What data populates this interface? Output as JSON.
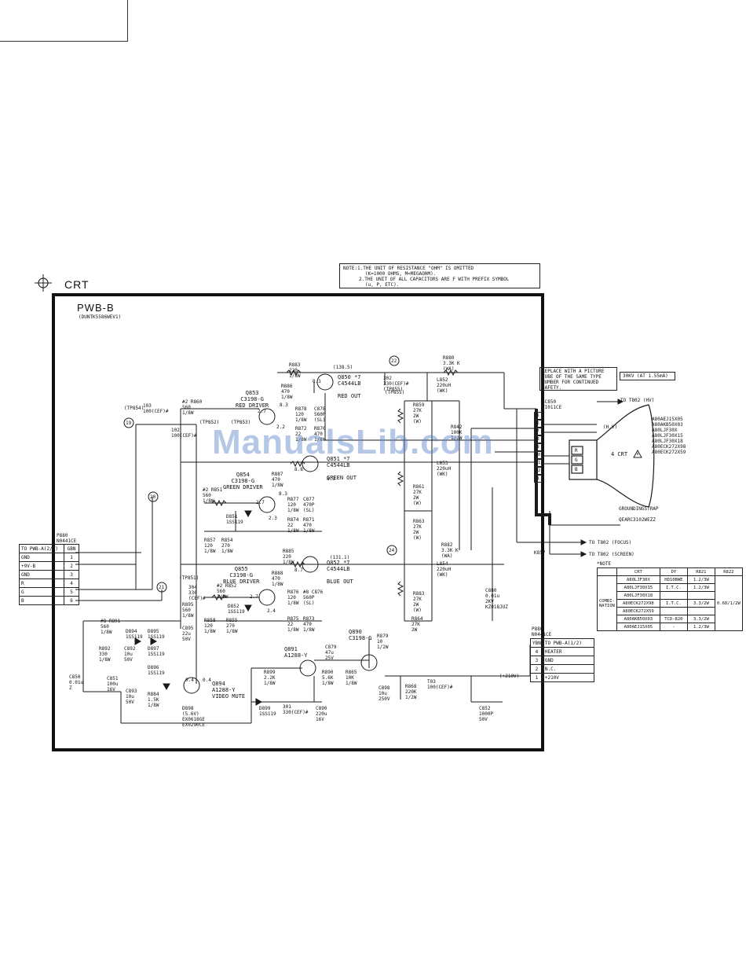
{
  "header": {
    "section_title": "CRT",
    "board_name": "PWB-B",
    "board_part": "(DUNTK5586WEV1)"
  },
  "note": {
    "line1": "NOTE:1.THE UNIT OF RESISTANCE \"OHM\" IS OMITTED",
    "line2": "(K=1000 OHMS, M=MEGAOHM).",
    "line3": "2.THE UNIT OF ALL CAPACITORS ARE F WITH PREFIX SYMBOL",
    "line4": "(u, P, ETC)."
  },
  "replace_note": {
    "line1": "REPLACE WITH A PICTURE",
    "line2": "TUBE OF THE SAME TYPE",
    "line3": "NUMBER FOR CONTINUED",
    "line4": "SAFETY.",
    "kv": "30KV (AT 1.55mA)"
  },
  "transistors": {
    "q850": {
      "ref": "Q850",
      "type": "C4544LB",
      "mark": "*7",
      "role": "RED OUT"
    },
    "q851": {
      "ref": "Q851",
      "type": "C4544LB",
      "mark": "*7",
      "role": "GREEN OUT"
    },
    "q852": {
      "ref": "Q852",
      "type": "C4544LB",
      "mark": "*7",
      "role": "BLUE OUT"
    },
    "q853": {
      "ref": "Q853",
      "type": "C3198-G",
      "role": "RED DRIVER"
    },
    "q854": {
      "ref": "Q854",
      "type": "C3198-G",
      "role": "GREEN DRIVER"
    },
    "q855": {
      "ref": "Q855",
      "type": "C3198-G",
      "role": "BLUE DRIVER"
    },
    "q890": {
      "ref": "Q890",
      "type": "C3198-G"
    },
    "q891": {
      "ref": "Q891",
      "type": "A1288-Y"
    },
    "q894": {
      "ref": "Q894",
      "type": "A1288-Y",
      "role": "VIDEO MUTE"
    }
  },
  "voltages": {
    "v_138": "(138.5)",
    "v_131": "(131.1)",
    "v_81": "8.1",
    "v_88": "8.8",
    "v_87": "8.7",
    "v_83a": "8.3",
    "v_83b": "8.3",
    "v_83c": "8.3",
    "v_27a": "2.7",
    "v_27b": "2.7",
    "v_27c": "2.7",
    "v_22": "2.2",
    "v_23": "2.3",
    "v_24": "2.4",
    "v_04a": "0.4",
    "v_04b": "0.4"
  },
  "test_points": {
    "tp19": "19",
    "tp20": "20",
    "tp21": "21",
    "tp22": "22",
    "tp24": "24",
    "tp854": "(TP854)",
    "tp855": "(TP855)",
    "tp851": "(TP851)",
    "tp852": "(TP852)",
    "tp853": "(TP853)"
  },
  "parts": {
    "r883": [
      "R883",
      "220",
      "1/8W"
    ],
    "r886": [
      "R886",
      "470",
      "1/8W"
    ],
    "r880": [
      "R880",
      "3.3K K",
      "(WA)"
    ],
    "l852": [
      "L852",
      "220uH",
      "(WK)"
    ],
    "c302": [
      "302",
      "330(CEF)#",
      "(TP855)"
    ],
    "r859": [
      "R859",
      "27K",
      "2W",
      "(W)"
    ],
    "r860": [
      "#2 R860",
      "560",
      "1/8W"
    ],
    "c103": [
      "103",
      "100(CEF)#"
    ],
    "c102": [
      "102",
      "100(CEF)#"
    ],
    "r878": [
      "R878",
      "120",
      "1/8W"
    ],
    "c878": [
      "C878",
      "560P",
      "(SL)"
    ],
    "r872": [
      "R872",
      "22",
      "1/8W"
    ],
    "r870": [
      "R870",
      "470",
      "1/8W"
    ],
    "r842": [
      "R842",
      "100K",
      "1/2W"
    ],
    "l853": [
      "L853",
      "220uH",
      "(WK)"
    ],
    "r887": [
      "R887",
      "470",
      "1/8W"
    ],
    "r851": [
      "#2 R851",
      "560",
      "1/8W"
    ],
    "r877": [
      "R877",
      "120",
      "1/8W"
    ],
    "c877": [
      "C877",
      "470P",
      "(SL)"
    ],
    "r874": [
      "R874",
      "22",
      "1/8W"
    ],
    "r871": [
      "R871",
      "470",
      "1/8W"
    ],
    "r857": [
      "R857",
      "120",
      "1/8W"
    ],
    "r854": [
      "R854",
      "270",
      "1/8W"
    ],
    "d851": [
      "D851",
      "1SS119"
    ],
    "r861": [
      "R861",
      "27K",
      "2W",
      "(W)"
    ],
    "r863": [
      "R863",
      "27K",
      "2W",
      "(W)"
    ],
    "r885": [
      "R885",
      "220",
      "1/8W"
    ],
    "r888": [
      "R888",
      "470",
      "1/8W"
    ],
    "r882": [
      "R882",
      "3.3K K",
      "(WA)"
    ],
    "l854": [
      "L854",
      "220uH",
      "(WK)"
    ],
    "r895": [
      "R895",
      "560",
      "1/8W"
    ],
    "c304": [
      "304",
      "330",
      "(CEF)#"
    ],
    "r852": [
      "#2 R852",
      "560",
      "1/8W"
    ],
    "d852": [
      "D852",
      "1SS119"
    ],
    "r876": [
      "R876",
      "120",
      "1/8W"
    ],
    "c876": [
      "#8 C876",
      "560P",
      "(SL)"
    ],
    "r875": [
      "R875",
      "22",
      "1/8W"
    ],
    "r873": [
      "R873",
      "470",
      "1/8W"
    ],
    "r858": [
      "R858",
      "120",
      "1/8W"
    ],
    "r855": [
      "R855",
      "270",
      "1/8W"
    ],
    "r864": [
      "R864",
      "27K",
      "2W"
    ],
    "r883b": [
      "R883",
      "27K",
      "2W",
      "(W)"
    ],
    "c880": [
      "C880",
      "0.01u",
      "2KV",
      "KZ018JUZ"
    ],
    "r891": [
      "#8 R891",
      "560",
      "1/8W"
    ],
    "r892": [
      "R892",
      "330",
      "1/8W"
    ],
    "d894": [
      "D894",
      "1SS119"
    ],
    "d895": [
      "D895",
      "1SS119"
    ],
    "c895": [
      "C895",
      "22u",
      "50V"
    ],
    "d897": [
      "D897",
      "1SS119"
    ],
    "d896": [
      "D896",
      "1SS119"
    ],
    "c892": [
      "C892",
      "10u",
      "50V"
    ],
    "c850": [
      "C850",
      "0.01u",
      "Z"
    ],
    "c851": [
      "C851",
      "100u",
      "16V"
    ],
    "c893": [
      "C893",
      "10u",
      "50V"
    ],
    "r884": [
      "R884",
      "1.5K",
      "1/8W"
    ],
    "d898": [
      "D898",
      "(5.6V)",
      "EX0618GE",
      "EX0290CE"
    ],
    "r899": [
      "R899",
      "2.2K",
      "1/8W"
    ],
    "d899": [
      "D899",
      "1SS119"
    ],
    "c301": [
      "301",
      "330(CEF)#"
    ],
    "c890": [
      "C890",
      "220u",
      "16V"
    ],
    "c879": [
      "C879",
      "47u",
      "25V"
    ],
    "r890": [
      "R890",
      "5.6K",
      "1/8W"
    ],
    "r865": [
      "R865",
      "10K",
      "1/8W"
    ],
    "r879": [
      "R879",
      "10",
      "1/2W"
    ],
    "c898": [
      "C898",
      "10u",
      "250V"
    ],
    "r868": [
      "R868",
      "220K",
      "1/2W"
    ],
    "c303": [
      "T03",
      "100(CEF)#"
    ],
    "c852": [
      "C852",
      "1000P",
      "50V"
    ]
  },
  "connectors": {
    "p880_left": {
      "ref": "P880",
      "part": "N0441CE",
      "to": "TO PWB-A(2/2)",
      "code": "GBN",
      "pins": [
        {
          "label": "GND",
          "num": "1"
        },
        {
          "label": "+9V-B",
          "num": "2"
        },
        {
          "label": "GND",
          "num": "3"
        },
        {
          "label": "R",
          "num": "4"
        },
        {
          "label": "G",
          "num": "5"
        },
        {
          "label": "B",
          "num": "6"
        }
      ]
    },
    "p880_right": {
      "ref": "P880",
      "part": "N0441CE",
      "to": "TO PWB-A(1/2)",
      "code": "YBN",
      "pins": [
        {
          "num": "4",
          "label": "HEATER"
        },
        {
          "num": "3",
          "label": "GND"
        },
        {
          "num": "2",
          "label": "N.C."
        },
        {
          "num": "1",
          "label": "+210V"
        }
      ]
    },
    "sc850": {
      "ref": "SC850",
      "part": "VI011CE",
      "pins": [
        "5",
        "6",
        "7",
        "8",
        "9",
        "10",
        "11",
        "12",
        "1"
      ]
    },
    "hv_label": "(+210V)"
  },
  "crt": {
    "to_hv": "TO T802 (HV)",
    "hv_tag": "(H.V)",
    "label": "4 CRT",
    "types": [
      "A80AEJ15X05",
      "A80AKB50X03",
      "A80LJF30X",
      "A80LJF30X15",
      "A80LJF30X18",
      "A80ECK272X98",
      "A80ECK272X59"
    ],
    "grounding": "GROUNDINGSTRAP",
    "grounding_part": "QEARC3102WEZZ",
    "focus": "TO T802 (FOCUS)",
    "screen": "TO T802 (SCREEN)",
    "k857": "K857",
    "gun_r": "R",
    "gun_g": "G",
    "gun_b": "B"
  },
  "combination_note": {
    "title": "*NOTE",
    "headers": [
      "CRT",
      "DY",
      "R821",
      "R822"
    ],
    "group_label": "COMBI- NATION",
    "rows": [
      [
        "A80LJF30X",
        "HD10BWE",
        "1.2/3W"
      ],
      [
        "A80LJF30X15",
        "I.T.C.",
        "1.2/3W"
      ],
      [
        "A80LJF30X18",
        "",
        ""
      ],
      [
        "A80ECK272X98",
        "I.T.C.",
        "3.3/2W"
      ],
      [
        "A80ECK272X59",
        "",
        ""
      ],
      [
        "A80AKB50X03",
        "TCD-820",
        "3.3/2W"
      ],
      [
        "A80AEJ15X05",
        "-",
        "1.2/3W"
      ]
    ],
    "r822_value": "0.68/1/2W"
  },
  "watermark": "ManualsLib.com"
}
